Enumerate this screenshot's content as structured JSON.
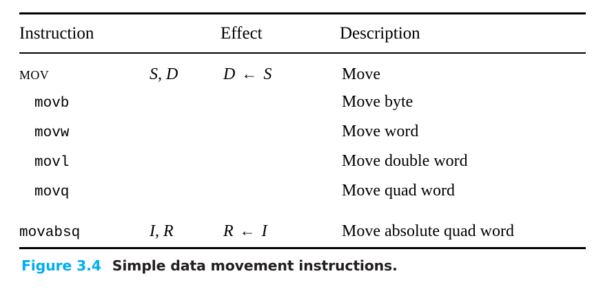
{
  "figure": {
    "caption_label": "Figure 3.4",
    "caption_text": "Simple data movement instructions.",
    "label_color": "#00AEEF",
    "text_color": "#231F20"
  },
  "table": {
    "headers": {
      "instruction": "Instruction",
      "operands": "",
      "effect": "Effect",
      "description": "Description"
    },
    "rows": [
      {
        "mnemonic": "MOV",
        "style": "smallcaps",
        "indent": false,
        "operands_src": "S",
        "operands_sep": ",",
        "operands_dst": "D",
        "effect_dst": "D",
        "effect_arrow": "←",
        "effect_src": "S",
        "description": "Move"
      },
      {
        "mnemonic": "movb",
        "style": "mono",
        "indent": true,
        "operands_src": "",
        "operands_sep": "",
        "operands_dst": "",
        "effect_dst": "",
        "effect_arrow": "",
        "effect_src": "",
        "description": "Move byte"
      },
      {
        "mnemonic": "movw",
        "style": "mono",
        "indent": true,
        "operands_src": "",
        "operands_sep": "",
        "operands_dst": "",
        "effect_dst": "",
        "effect_arrow": "",
        "effect_src": "",
        "description": "Move word"
      },
      {
        "mnemonic": "movl",
        "style": "mono",
        "indent": true,
        "operands_src": "",
        "operands_sep": "",
        "operands_dst": "",
        "effect_dst": "",
        "effect_arrow": "",
        "effect_src": "",
        "description": "Move double word"
      },
      {
        "mnemonic": "movq",
        "style": "mono",
        "indent": true,
        "operands_src": "",
        "operands_sep": "",
        "operands_dst": "",
        "effect_dst": "",
        "effect_arrow": "",
        "effect_src": "",
        "description": "Move quad word"
      },
      {
        "mnemonic": "movabsq",
        "style": "mono",
        "indent": false,
        "operands_src": "I",
        "operands_sep": ",",
        "operands_dst": "R",
        "effect_dst": "R",
        "effect_arrow": "←",
        "effect_src": "I",
        "description": "Move absolute quad word"
      }
    ]
  }
}
